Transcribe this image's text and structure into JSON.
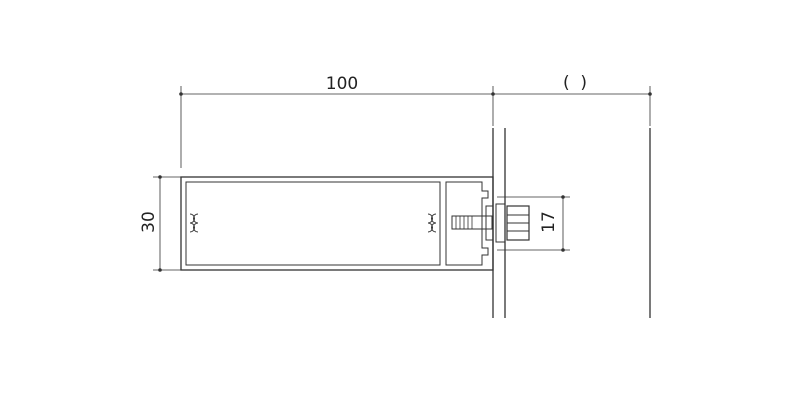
{
  "drawing": {
    "dimensions": {
      "width_label": "100",
      "open_label": "(  )",
      "height_label": "30",
      "bolt_label": "17"
    },
    "colors": {
      "line": "#333333",
      "thin": "#555555",
      "background": "#ffffff"
    }
  }
}
